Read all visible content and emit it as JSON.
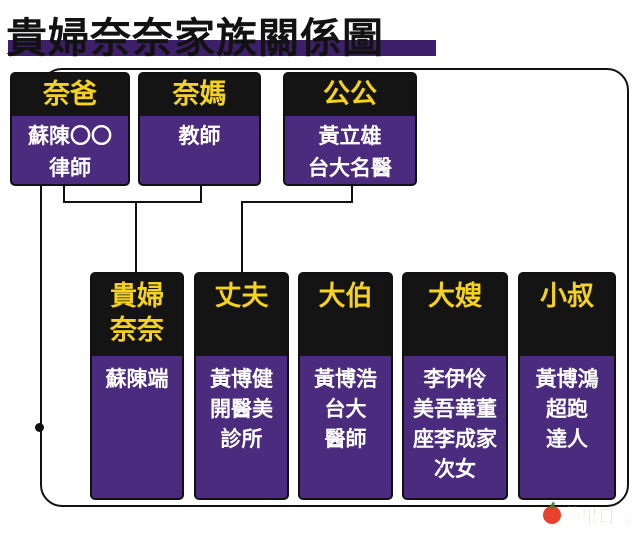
{
  "title": "貴婦奈奈家族關係圖",
  "parents": [
    {
      "role": "奈爸",
      "lines": [
        "蘇陳〇〇",
        "律師"
      ]
    },
    {
      "role": "奈媽",
      "lines": [
        "教師"
      ]
    },
    {
      "role": "公公",
      "lines": [
        "黃立雄",
        "台大名醫"
      ]
    }
  ],
  "children": [
    {
      "role_lines": [
        "貴婦",
        "奈奈"
      ],
      "lines": [
        "蘇陳端"
      ]
    },
    {
      "role_lines": [
        "丈夫"
      ],
      "lines": [
        "黃博健",
        "開醫美",
        "診所"
      ]
    },
    {
      "role_lines": [
        "大伯"
      ],
      "lines": [
        "黃博浩",
        "台大",
        "醫師"
      ]
    },
    {
      "role_lines": [
        "大嫂"
      ],
      "lines": [
        "李伊伶",
        "美吾華董",
        "座李成家",
        "次女"
      ]
    },
    {
      "role_lines": [
        "小叔"
      ],
      "lines": [
        "黃博鴻",
        "超跑",
        "達人"
      ]
    }
  ],
  "credit": "蘋果日報",
  "colors": {
    "box_fill": "#4a2b7d",
    "header_fill": "#141414",
    "role_text": "#f4d21e",
    "title_bar": "#3e1f6a",
    "logo": "#e8412c"
  }
}
